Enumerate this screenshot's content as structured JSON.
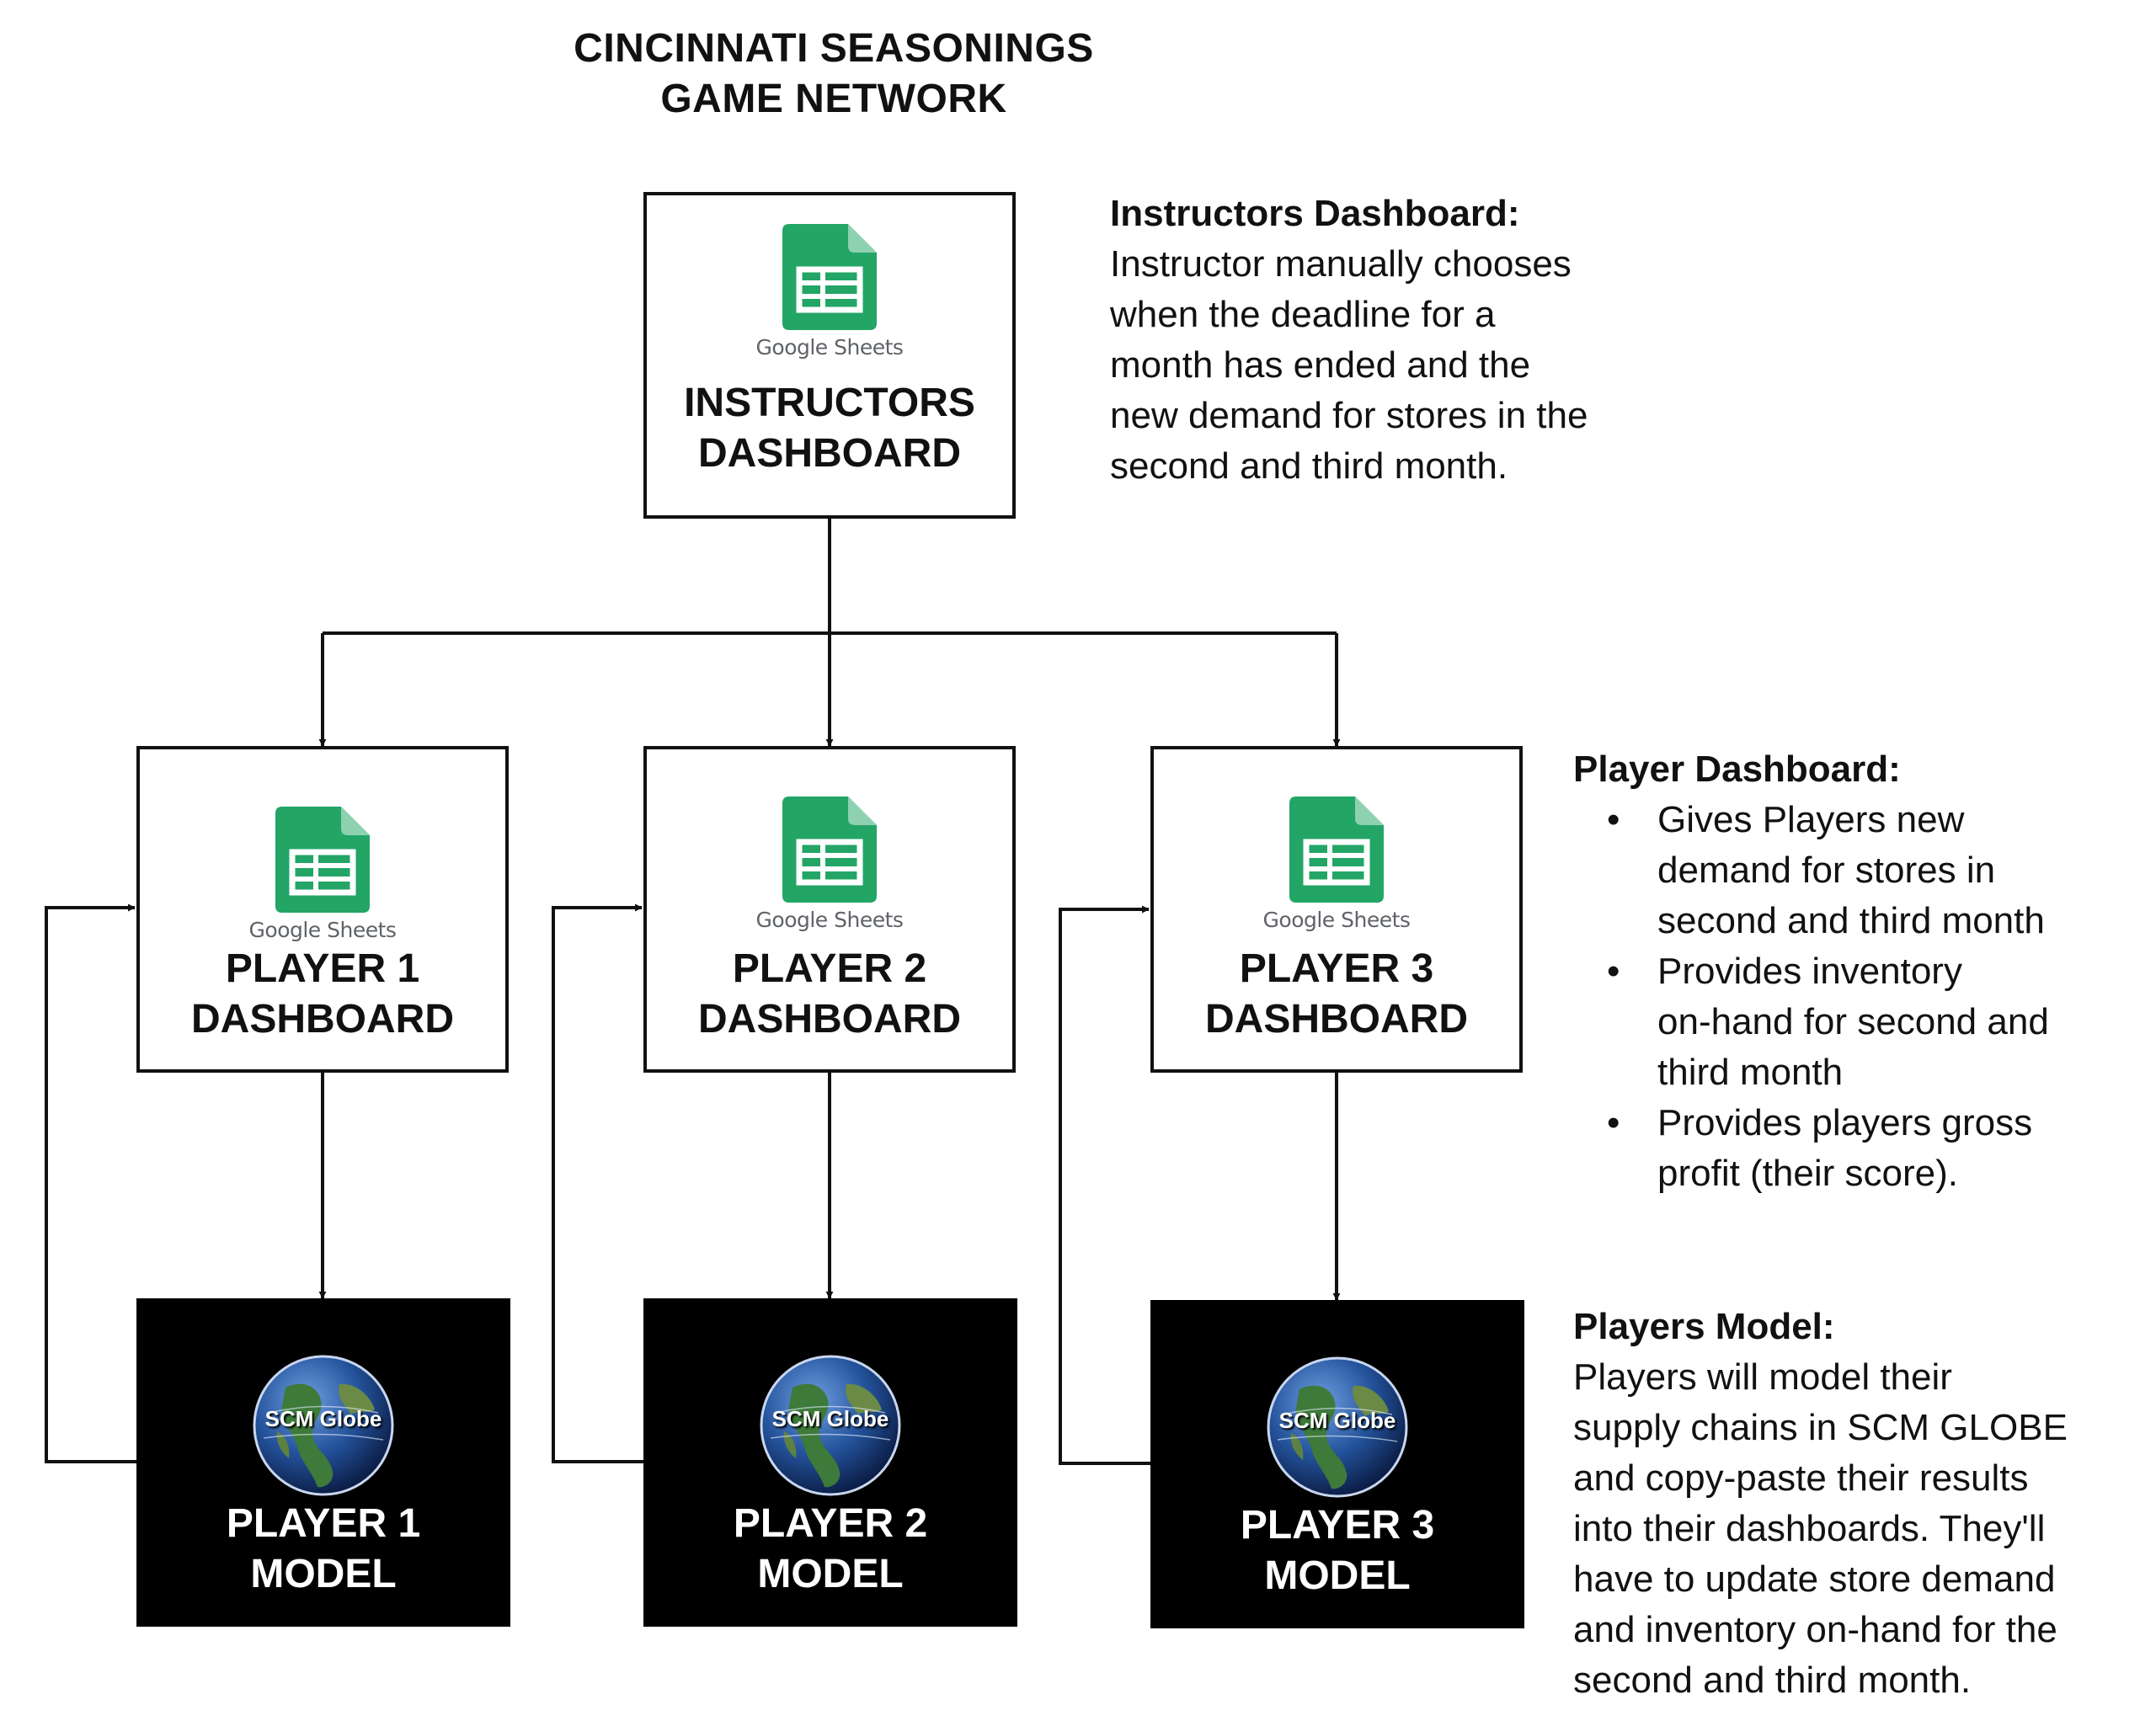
{
  "title": {
    "line1": "CINCINNATI SEASONINGS",
    "line2": "GAME NETWORK"
  },
  "colors": {
    "sheets_green": "#23A566",
    "sheets_fold": "#8ED1B1",
    "model_box_bg": "#000000",
    "line": "#111111"
  },
  "icons": {
    "sheets": "google-sheets-icon",
    "globe": "scm-globe-icon"
  },
  "instructors_dashboard": {
    "app_caption": "Google Sheets",
    "label_line1": "INSTRUCTORS",
    "label_line2": "DASHBOARD"
  },
  "player_dashboards": [
    {
      "app_caption": "Google Sheets",
      "label_line1": "PLAYER 1",
      "label_line2": "DASHBOARD"
    },
    {
      "app_caption": "Google Sheets",
      "label_line1": "PLAYER 2",
      "label_line2": "DASHBOARD"
    },
    {
      "app_caption": "Google Sheets",
      "label_line1": "PLAYER 3",
      "label_line2": "DASHBOARD"
    }
  ],
  "player_models": [
    {
      "globe_caption": "SCM Globe",
      "label_line1": "PLAYER 1",
      "label_line2": "MODEL"
    },
    {
      "globe_caption": "SCM Globe",
      "label_line1": "PLAYER 2",
      "label_line2": "MODEL"
    },
    {
      "globe_caption": "SCM Globe",
      "label_line1": "PLAYER 3",
      "label_line2": "MODEL"
    }
  ],
  "notes": {
    "instructors": {
      "title": "Instructors Dashboard:",
      "lines": [
        "Instructor manually chooses",
        "when the deadline for a",
        "month has ended and the",
        "new demand for stores in the",
        "second and third month."
      ]
    },
    "player_dashboard": {
      "title": "Player Dashboard:",
      "bullets": [
        [
          "Gives Players new",
          "demand for stores in",
          "second and third month"
        ],
        [
          "Provides inventory",
          "on-hand for second and",
          "third month"
        ],
        [
          "Provides players gross",
          "profit (their score)."
        ]
      ]
    },
    "players_model": {
      "title": "Players Model:",
      "lines": [
        "Players will model their",
        "supply chains in SCM GLOBE",
        "and copy-paste their results",
        "into their dashboards. They'll",
        "have to update store demand",
        "and inventory on-hand for the",
        "second and third month."
      ]
    }
  }
}
